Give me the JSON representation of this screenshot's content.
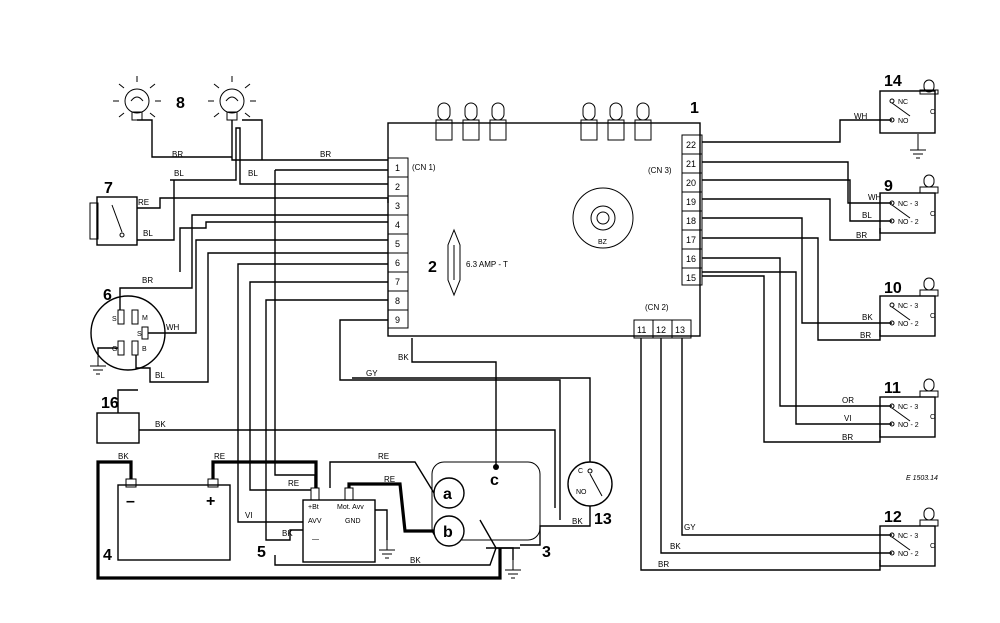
{
  "component_numbers": {
    "n1": "1",
    "n2": "2",
    "n3": "3",
    "n4": "4",
    "n5": "5",
    "n6": "6",
    "n7": "7",
    "n8": "8",
    "n9": "9",
    "n10": "10",
    "n11": "11",
    "n12": "12",
    "n13": "13",
    "n14": "14",
    "n16": "16"
  },
  "connectors": {
    "cn1": "(CN 1)",
    "cn2": "(CN 2)",
    "cn3": "(CN 3)"
  },
  "cn1_pins": [
    "1",
    "2",
    "3",
    "4",
    "5",
    "6",
    "7",
    "8",
    "9"
  ],
  "cn3_pins": [
    "22",
    "21",
    "20",
    "19",
    "18",
    "17",
    "16",
    "15"
  ],
  "cn2_pins": [
    "11",
    "12",
    "13"
  ],
  "fuse_label": "6.3 AMP - T",
  "buzzer_label": "BZ",
  "wire_labels": {
    "br": "BR",
    "bl": "BL",
    "re": "RE",
    "wh": "WH",
    "bk": "BK",
    "gy": "GY",
    "vi": "VI",
    "or": "OR"
  },
  "ignition_terminals": {
    "s": "S",
    "m": "M",
    "g": "G",
    "b": "B"
  },
  "switch_terminals": {
    "nc": "NC",
    "no": "NO",
    "c": "C",
    "nc3": "NC - 3",
    "no2": "NO - 2"
  },
  "relay_labels": {
    "bt": "+Bt",
    "mot": "Mot. Avv",
    "avv": "AVV",
    "gnd": "GND",
    "minus": "—"
  },
  "solenoid_labels": {
    "a": "a",
    "b": "b",
    "c": "c"
  },
  "battery_labels": {
    "minus": "–",
    "plus": "+"
  },
  "drawing_code": "E 1503.14"
}
